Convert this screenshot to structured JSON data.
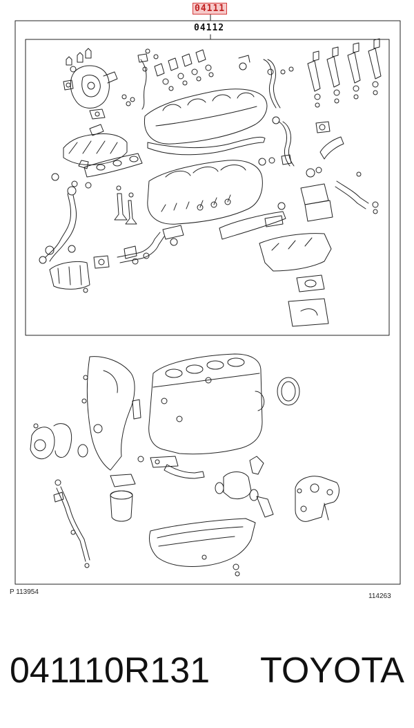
{
  "diagram": {
    "callout_top": "04111",
    "callout_inner": "04112",
    "ref_left": "P  113954",
    "ref_right": "114263"
  },
  "caption": {
    "part_number": "041110R131",
    "brand": "TOYOTA"
  },
  "colors": {
    "highlight_border": "#d43a3a",
    "highlight_fill": "#f6c9c9",
    "line": "#222222"
  }
}
